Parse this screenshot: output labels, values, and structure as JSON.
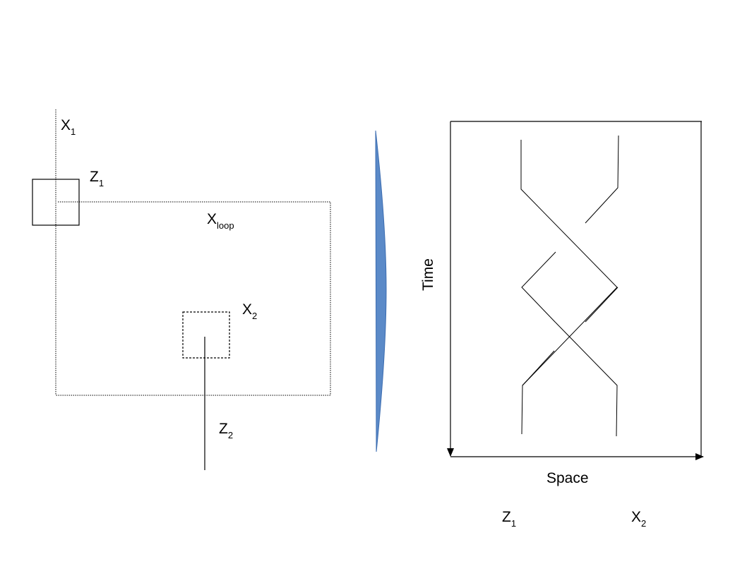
{
  "left_diagram": {
    "x1": {
      "base": "X",
      "sub": "1"
    },
    "z1": {
      "base": "Z",
      "sub": "1"
    },
    "xloop": {
      "base": "X",
      "sub": "loop"
    },
    "x2": {
      "base": "X",
      "sub": "2"
    },
    "z2": {
      "base": "Z",
      "sub": "2"
    }
  },
  "right_diagram": {
    "time_label": "Time",
    "space_label": "Space",
    "bottom_z1": {
      "base": "Z",
      "sub": "1"
    },
    "bottom_x2": {
      "base": "X",
      "sub": "2"
    }
  },
  "colors": {
    "wedge_fill": "#5b8ac8",
    "wedge_stroke": "#3b6cb0",
    "ink": "#000000"
  }
}
